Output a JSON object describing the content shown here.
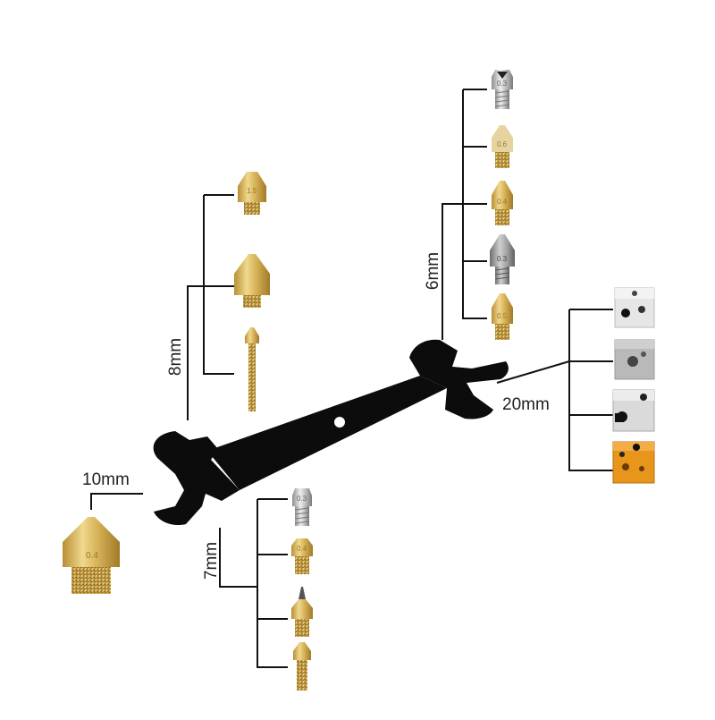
{
  "labels": {
    "size_8mm": "8mm",
    "size_6mm": "6mm",
    "size_10mm": "10mm",
    "size_20mm": "20mm",
    "size_7mm": "7mm"
  },
  "nozzle_marks": {
    "n8_top": "1.5",
    "n6_1": "0.3",
    "n6_2": "0.6",
    "n6_3": "0.4",
    "n6_4": "0.3",
    "n6_5": "0.5",
    "n10": "0.4",
    "n7_1": "0.3",
    "n7_2": "0.4"
  },
  "colors": {
    "wrench": "#0c0c0c",
    "brass": "#d8b45a",
    "steel": "#c8c8c8",
    "aluminum": "#d9d9d9",
    "orange_block": "#e8951c",
    "line": "#111111"
  }
}
